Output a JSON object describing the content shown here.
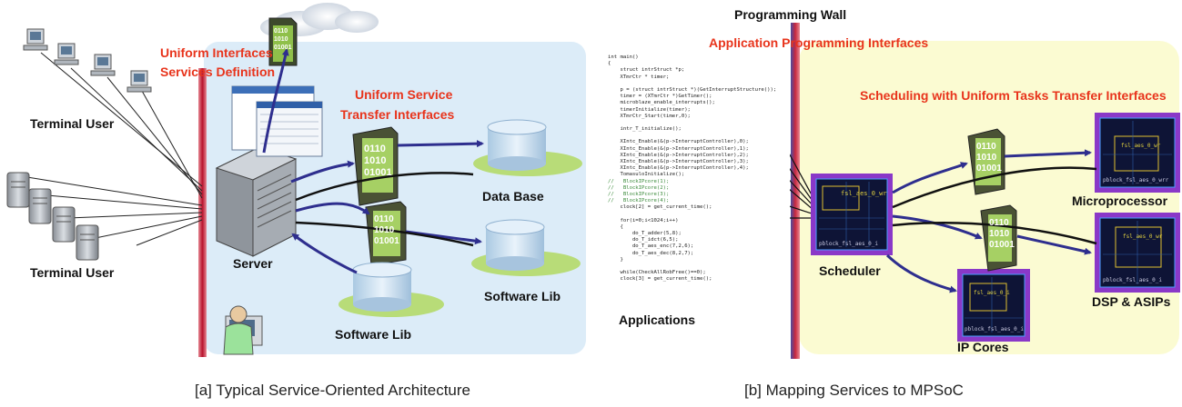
{
  "panel_a": {
    "labels": {
      "uniform_interfaces": "Uniform Interfaces",
      "services_definition": "Services Definition",
      "uniform_service": "Uniform Service",
      "transfer_interfaces": "Transfer Interfaces",
      "terminal_user_top": "Terminal User",
      "terminal_user_bottom": "Terminal User",
      "server": "Server",
      "data_base": "Data Base",
      "software_lib_right": "Software Lib",
      "software_lib_bottom": "Software Lib"
    },
    "binary_text": "0110\n1010\n01001",
    "caption": "[a]  Typical Service-Oriented Architecture"
  },
  "panel_b": {
    "labels": {
      "programming_wall": "Programming Wall",
      "api": "Application Programming Interfaces",
      "scheduling": "Scheduling with Uniform Tasks Transfer Interfaces",
      "applications": "Applications",
      "scheduler": "Scheduler",
      "microprocessor": "Microprocessor",
      "dsp_asips": "DSP & ASIPs",
      "ip_cores": "IP Cores"
    },
    "code_lines": [
      "int main()",
      "{",
      "    struct intrStruct *p;",
      "    XTmrCtr * timer;",
      "",
      "    p = (struct intrStruct *)(GetInterruptStructure());",
      "    timer = (XTmrCtr *)GetTimer();",
      "    microblaze_enable_interrupts();",
      "    timerInitialize(timer);",
      "    XTmrCtr_Start(timer,0);",
      "",
      "    intr_T_initialize();",
      "",
      "    XIntc_Enable(&(p->InterruptController),0);",
      "    XIntc_Enable(&(p->InterruptController),1);",
      "    XIntc_Enable(&(p->InterruptController),2);",
      "    XIntc_Enable(&(p->InterruptController),3);",
      "    XIntc_Enable(&(p->InterruptController),4);",
      "    TomasuloInitialize();",
      "//   BlockIPcore(1);",
      "//   BlockIPcore(2);",
      "//   BlockIPcore(3);",
      "//   BlockIPcore(4);",
      "    clock[2] = get_current_time();",
      "",
      "    for(i=0;i<1024;i++)",
      "    {",
      "        do_T_adder(5,8);",
      "        do_T_idct(6,5);",
      "        do_T_aes_enc(7,2,6);",
      "        do_T_aes_dec(8,2,7);",
      "    }",
      "",
      "    while(CheckAllRobFree()==0);",
      "    clock[3] = get_current_time();"
    ],
    "chip_texts": {
      "scheduler_top": "fsl_aes_0_wr",
      "scheduler_bottom": "pblock_fsl_aes_0_i",
      "micro_top": "fsl_aes_0_wr",
      "micro_bottom": "pblock_fsl_aes_0_wrr",
      "dsp_top": "fsl_aes_0_wr",
      "dsp_bottom": "pblock_fsl_aes_0_i",
      "ip_top": "fsl_aes_0_i",
      "ip_bottom": "pblock_fsl_aes_0_i"
    },
    "caption": "[b]  Mapping Services to MPSoC"
  },
  "colors": {
    "accent_red": "#e8341c",
    "arrow_blue": "#3a3a9a",
    "panel_a_bg": "#dcecf8",
    "panel_b_bg": "#fbfbd2",
    "wall": "#c0263a"
  }
}
